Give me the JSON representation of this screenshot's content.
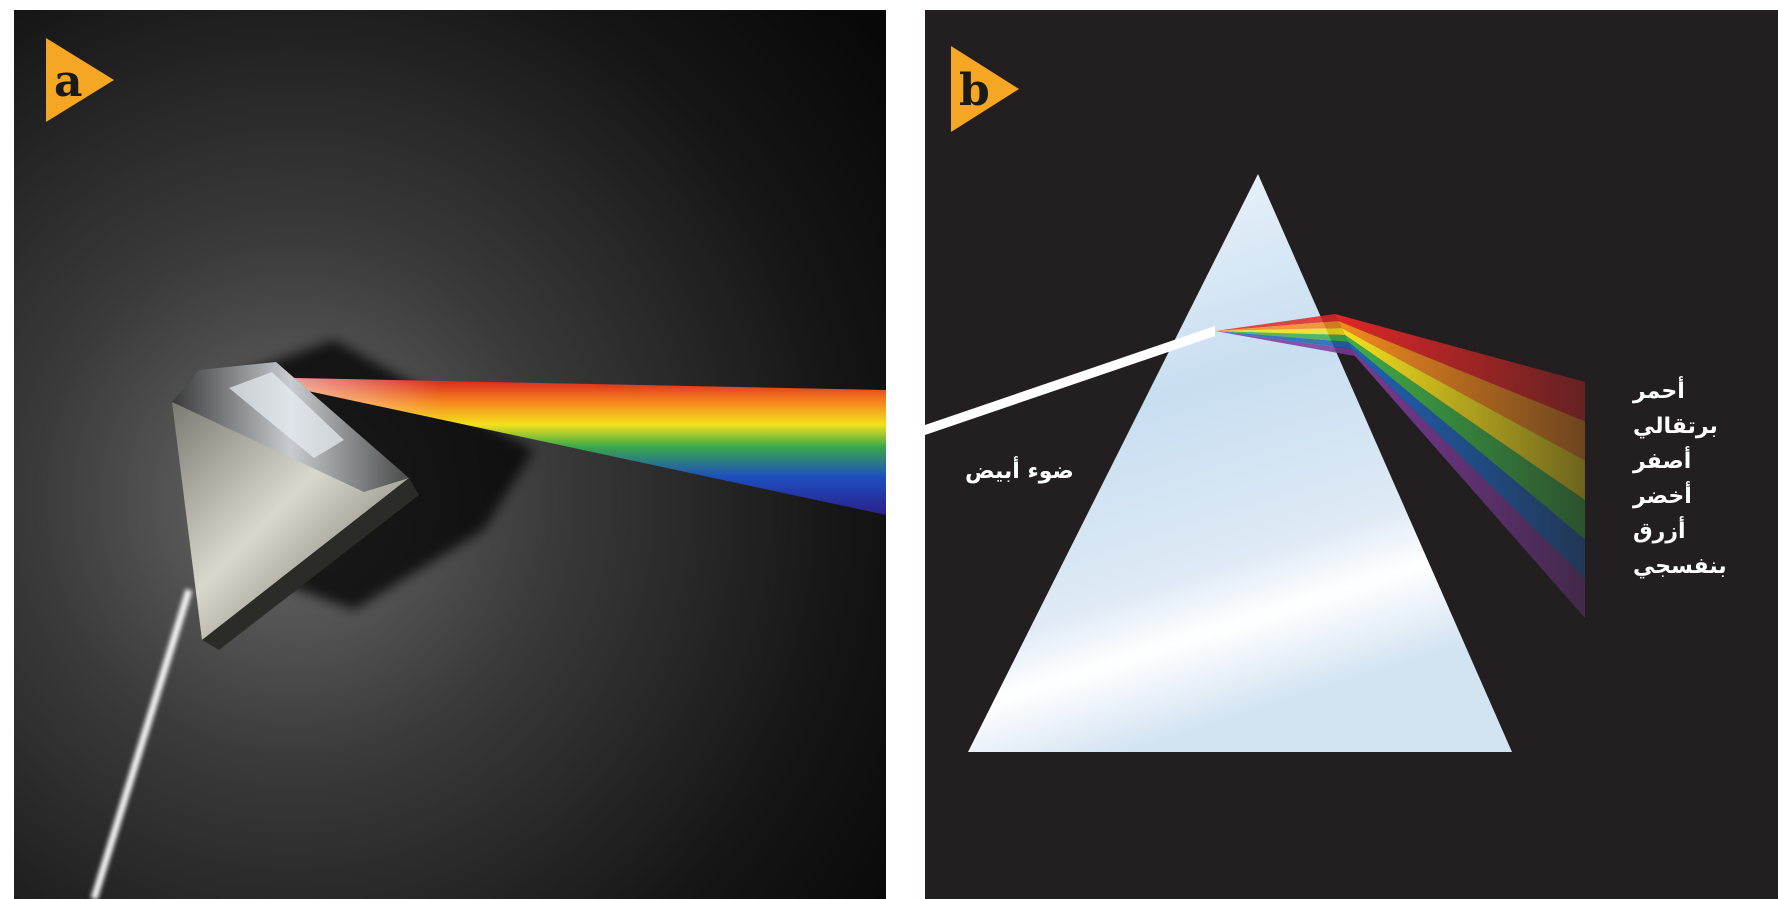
{
  "panel_a": {
    "label": "a"
  },
  "panel_b": {
    "label": "b",
    "incoming_label": "ضوء أبيض",
    "spectrum": [
      {
        "name": "أحمر",
        "color": "#e02727"
      },
      {
        "name": "برتقالي",
        "color": "#f58a1f"
      },
      {
        "name": "أصفر",
        "color": "#f6e21c"
      },
      {
        "name": "أخضر",
        "color": "#3fae49"
      },
      {
        "name": "أزرق",
        "color": "#1f63b7"
      },
      {
        "name": "بنفسجي",
        "color": "#7a3a96"
      }
    ]
  },
  "colors": {
    "badge": "#f5a623",
    "panel_b_background": "#231f20",
    "white_light": "#ffffff"
  }
}
